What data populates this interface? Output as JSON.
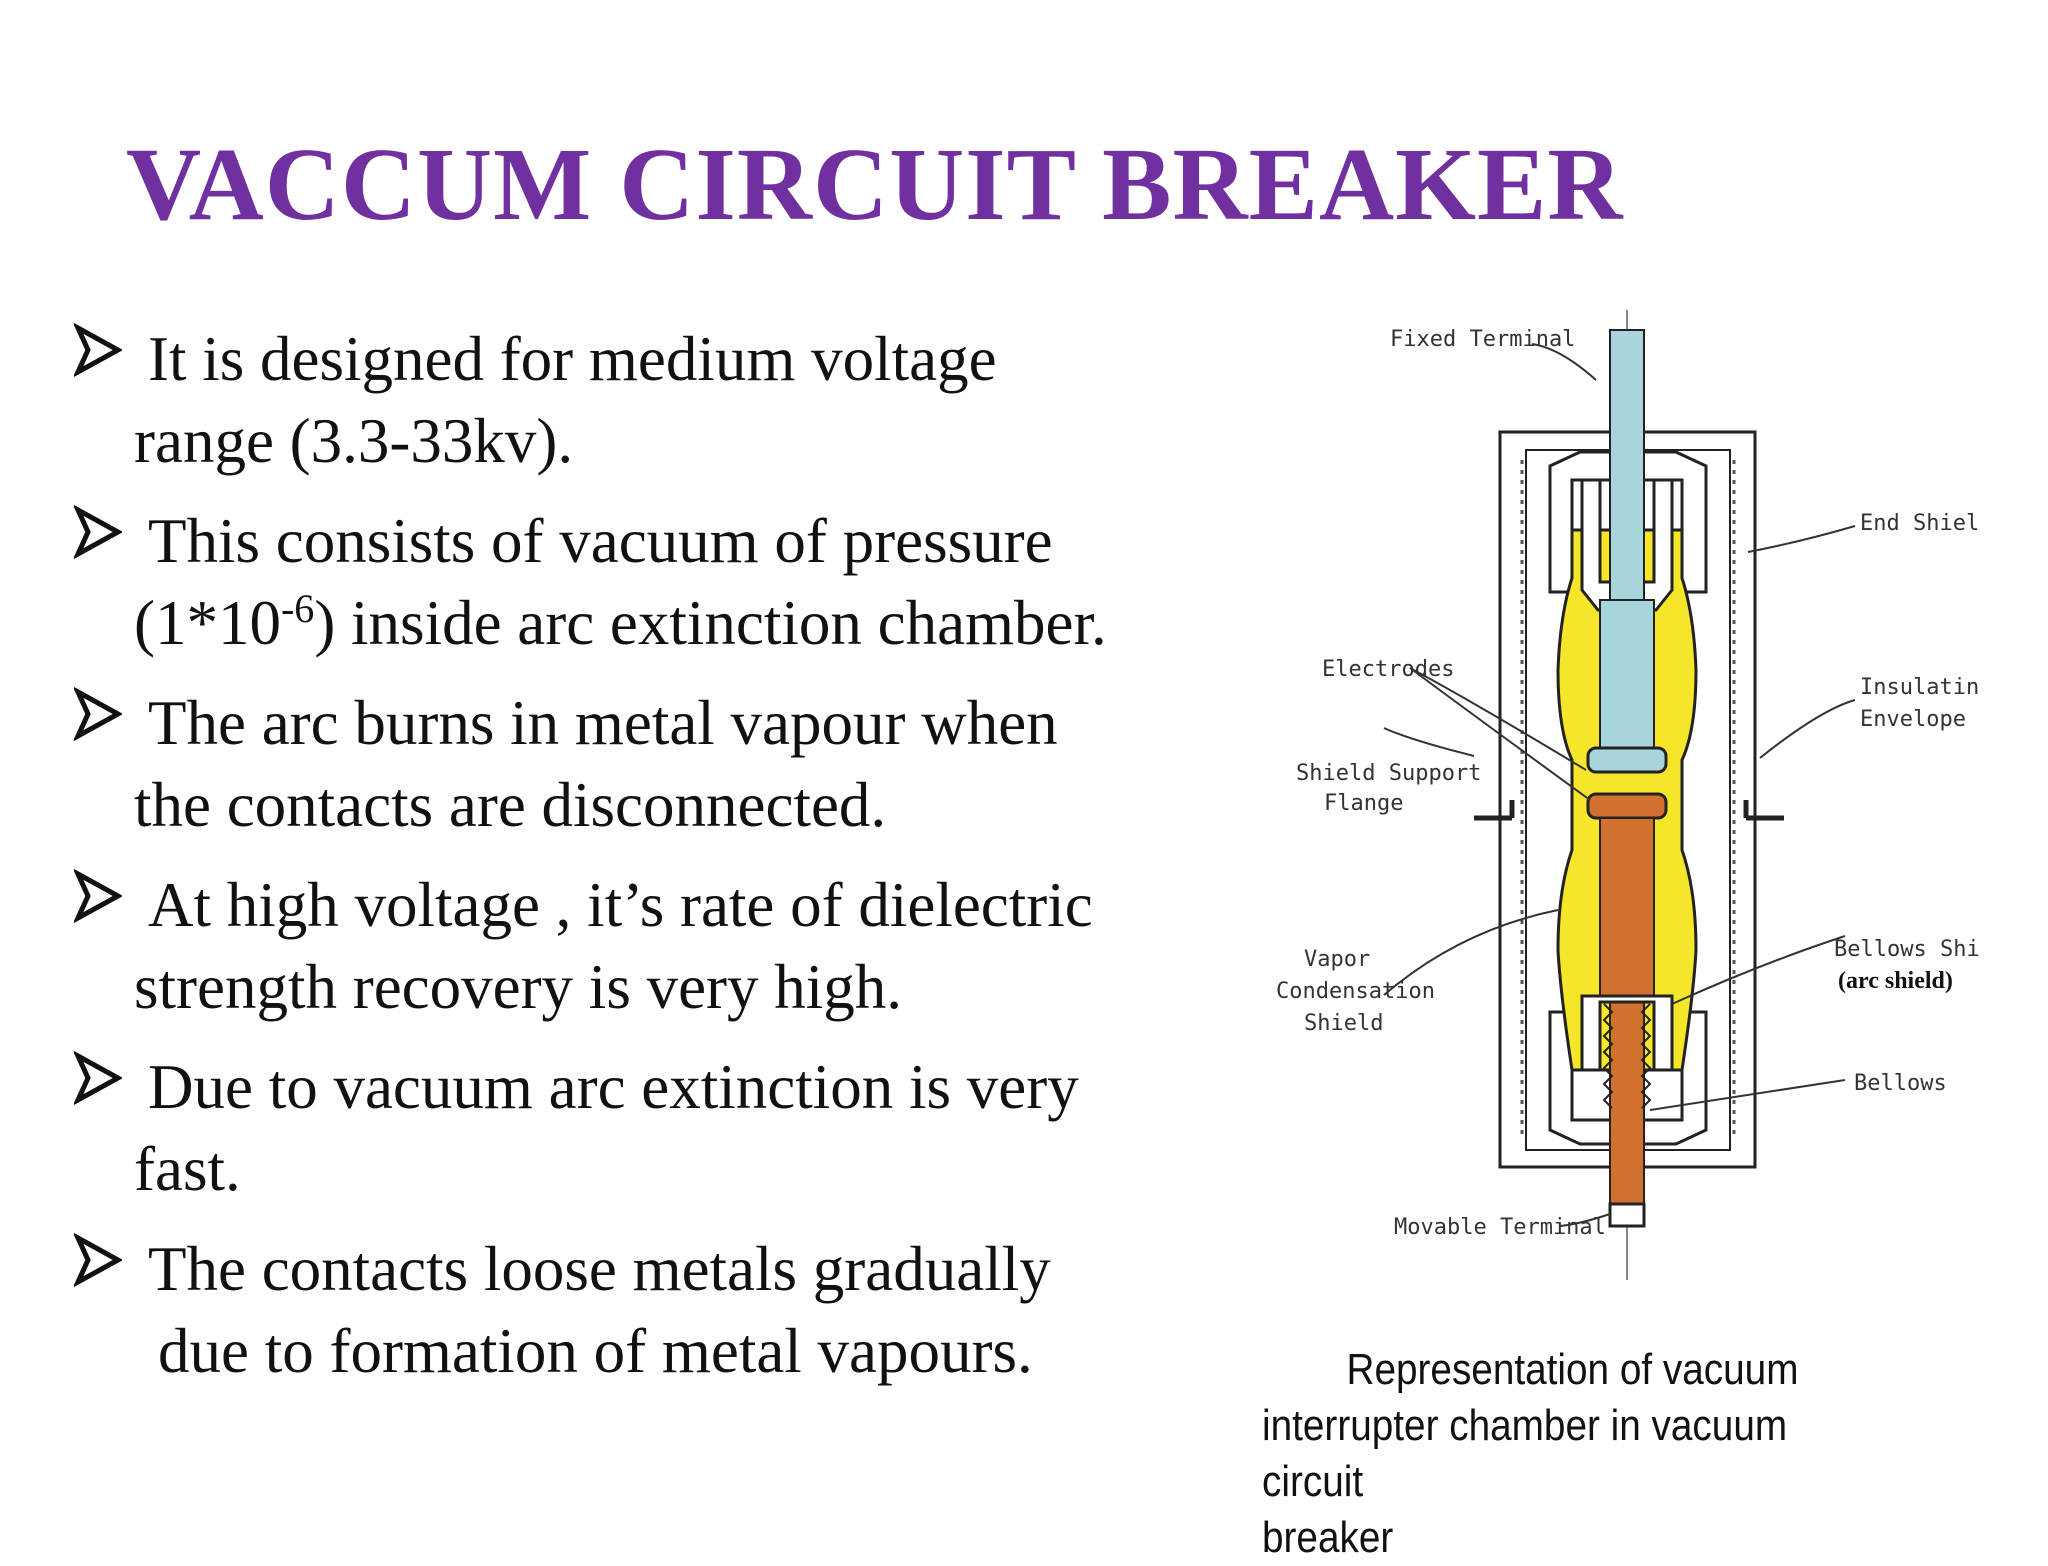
{
  "slide": {
    "title": "VACCUM CIRCUIT BREAKER"
  },
  "bullets": [
    {
      "line1": "It is designed for medium voltage",
      "line2": "range (3.3-33kv)."
    },
    {
      "line1": "This consists of vacuum of pressure",
      "line2_pre": "(1*10",
      "line2_sup": "-6",
      "line2_post": ") inside arc extinction chamber."
    },
    {
      "line1": "The arc burns in metal vapour when",
      "line2": "the contacts are disconnected."
    },
    {
      "line1": "At high voltage , it’s rate of dielectric",
      "line2": "strength recovery is very high."
    },
    {
      "line1": "Due to vacuum arc extinction is very",
      "line2": "fast."
    },
    {
      "line1": "The contacts loose metals gradually",
      "line2": "due to formation of metal vapours."
    }
  ],
  "diagram": {
    "labels": {
      "fixed_terminal": "Fixed Terminal",
      "end_shield": "End Shield",
      "electrodes": "Electrodes",
      "insulating_1": "Insulating",
      "insulating_2": "Envelope",
      "shield_support_1": "Shield Support",
      "shield_support_2": "Flange",
      "vapor_1": "Vapor",
      "vapor_2": "Condensation",
      "vapor_3": "Shield",
      "bellows_shield": "Bellows Shield",
      "arc_shield": "(arc shield)",
      "bellows": "Bellows",
      "movable_terminal": "Movable Terminal"
    },
    "colors": {
      "fixed_electrode": "#a8d4dc",
      "movable_electrode": "#d2702f",
      "vapor_shield": "#f5e62a",
      "line": "#222222"
    }
  },
  "caption": {
    "line1": "Representation of vacuum",
    "line2": "interrupter chamber in vacuum circuit",
    "line3": "breaker"
  }
}
